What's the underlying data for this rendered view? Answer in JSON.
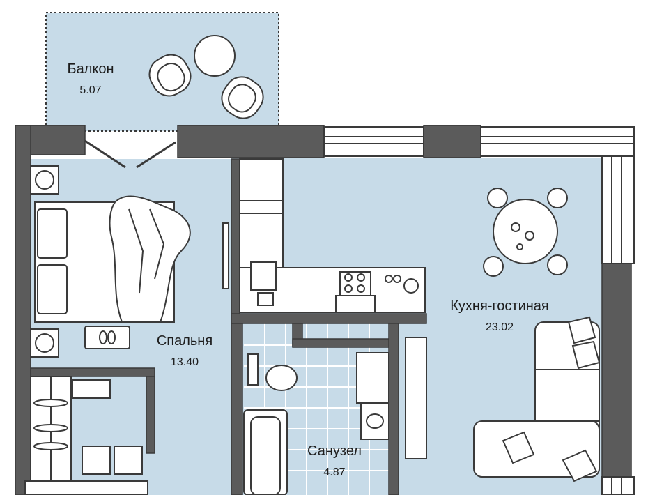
{
  "rooms": {
    "balcony": {
      "name": "Балкон",
      "area": "5.07"
    },
    "bedroom": {
      "name": "Спальня",
      "area": "13.40"
    },
    "kitchen_living": {
      "name": "Кухня-гостиная",
      "area": "23.02"
    },
    "bathroom": {
      "name": "Санузел",
      "area": "4.87"
    }
  },
  "colors": {
    "floor": "#c7dbe8",
    "wall": "#5b5b5b",
    "outline": "#3a3a3a",
    "tile_grid": "#ffffff",
    "furniture": "#ffffff"
  }
}
